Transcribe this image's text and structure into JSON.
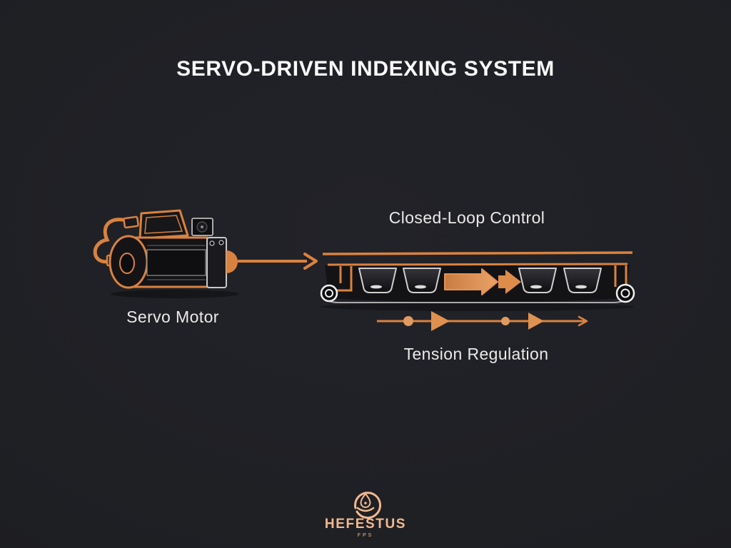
{
  "title": "SERVO-DRIVEN INDEXING SYSTEM",
  "diagram": {
    "servo_motor_label": "Servo Motor",
    "closed_loop_label": "Closed-Loop Control",
    "tension_label": "Tension Regulation"
  },
  "footer": {
    "brand_name": "HEFESTUS",
    "brand_subtitle": "FPS"
  },
  "icons": {
    "brand_logo": "droplet-in-circle-icon",
    "flow_arrows": "right-block-arrow-icons",
    "drive_arrow": "right-arrow-icon"
  },
  "colors": {
    "background": "#1e1f23",
    "accent_orange": "#d9823f",
    "arrow_fill_light": "#e0914f",
    "title_text": "#fafafa",
    "label_text": "#eceae7",
    "outline_gray": "#cfcfcf",
    "brand_peach": "#f2b98f"
  }
}
